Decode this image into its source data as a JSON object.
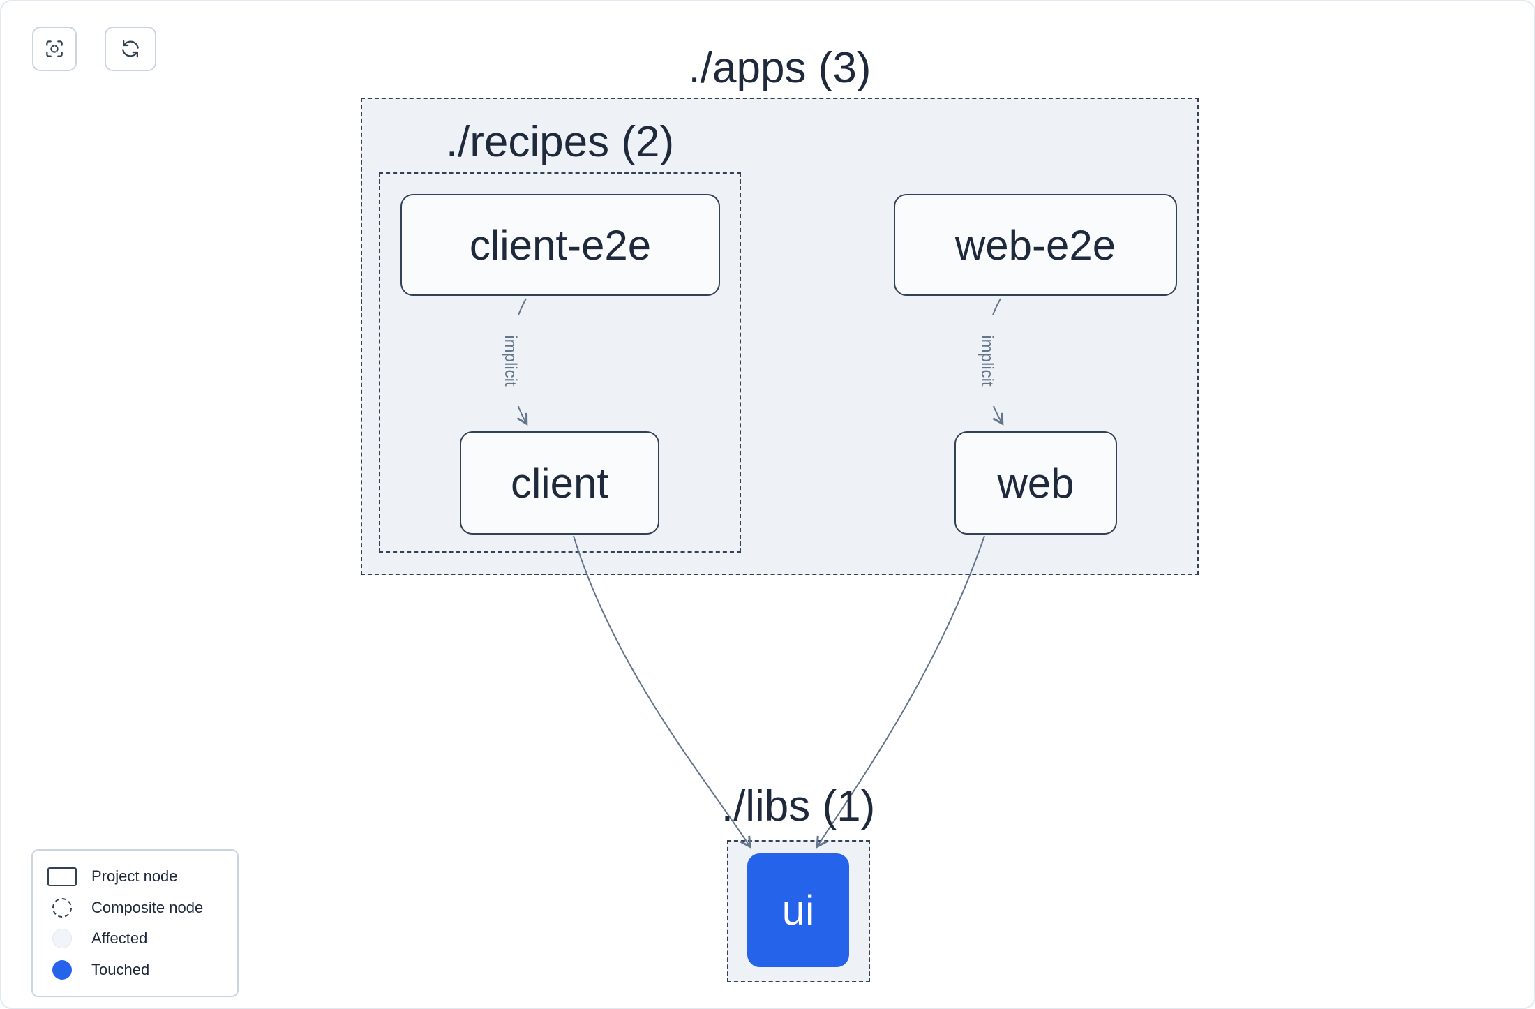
{
  "toolbar": {
    "zoom_to_fit_button": {
      "icon": "focus-icon"
    },
    "refresh_button": {
      "icon": "refresh-icon"
    }
  },
  "groups": {
    "apps": {
      "label": "./apps (3)"
    },
    "recipes": {
      "label": "./recipes (2)"
    },
    "libs": {
      "label": "./libs (1)"
    }
  },
  "nodes": {
    "client_e2e": {
      "label": "client-e2e",
      "state": "project"
    },
    "web_e2e": {
      "label": "web-e2e",
      "state": "project"
    },
    "client": {
      "label": "client",
      "state": "project"
    },
    "web": {
      "label": "web",
      "state": "project"
    },
    "ui": {
      "label": "ui",
      "state": "touched"
    }
  },
  "edges": {
    "client_e2e_to_client": {
      "label": "implicit"
    },
    "web_e2e_to_web": {
      "label": "implicit"
    },
    "client_to_ui": {
      "label": ""
    },
    "web_to_ui": {
      "label": ""
    }
  },
  "legend": {
    "items": [
      {
        "label": "Project node",
        "icon": "project-node-icon"
      },
      {
        "label": "Composite node",
        "icon": "composite-node-icon"
      },
      {
        "label": "Affected",
        "icon": "affected-icon"
      },
      {
        "label": "Touched",
        "icon": "touched-icon"
      }
    ]
  },
  "colors": {
    "touched_blue": "#2563eb",
    "composite_fill": "#eef2f7",
    "border_dark": "#334155",
    "edge_gray": "#64748b"
  }
}
